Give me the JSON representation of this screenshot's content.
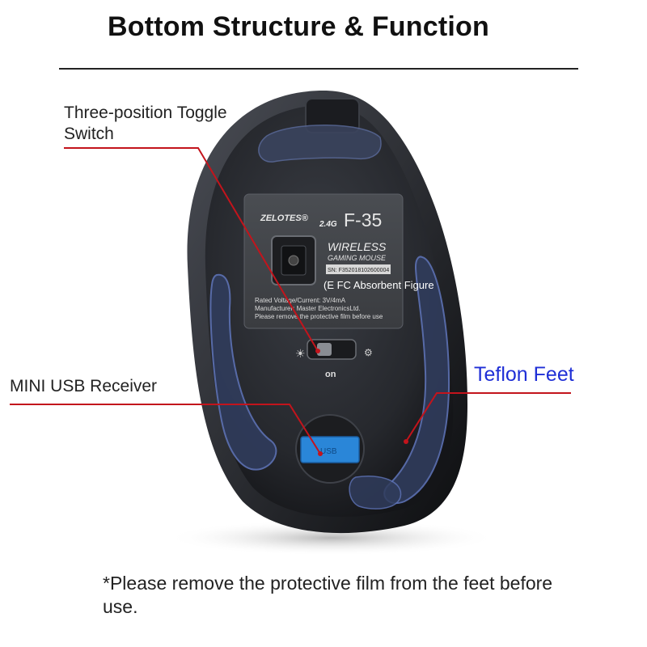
{
  "header": {
    "title": "Bottom Structure & Function"
  },
  "callouts": {
    "toggle_switch": "Three-position Toggle\nSwitch",
    "usb_receiver": "MINI USB Receiver",
    "teflon_feet": "Teflon Feet"
  },
  "mouse_label": {
    "brand": "ZELOTES®",
    "badge": "2.4G",
    "model": "F-35",
    "line1": "WIRELESS",
    "line2": "GAMING MOUSE",
    "serial": "SN: F35201810260000​4",
    "certs": "(E FC Absorbent Figure",
    "rated": "Rated Voltage/Current: 3V/4mA",
    "manufacturer": "Manufacturer: Master ElectronicsLtd.",
    "film_note": "Please remove the protective film before use",
    "switch_label": "on",
    "usb_text": "USB"
  },
  "footer": {
    "note": "*Please remove the protective film from the feet before use."
  },
  "colors": {
    "callout_line": "#c3141c",
    "teflon_label": "#1f2fd6",
    "usb_receiver": "#2a86d8",
    "mouse_body": "#2a2c31"
  }
}
